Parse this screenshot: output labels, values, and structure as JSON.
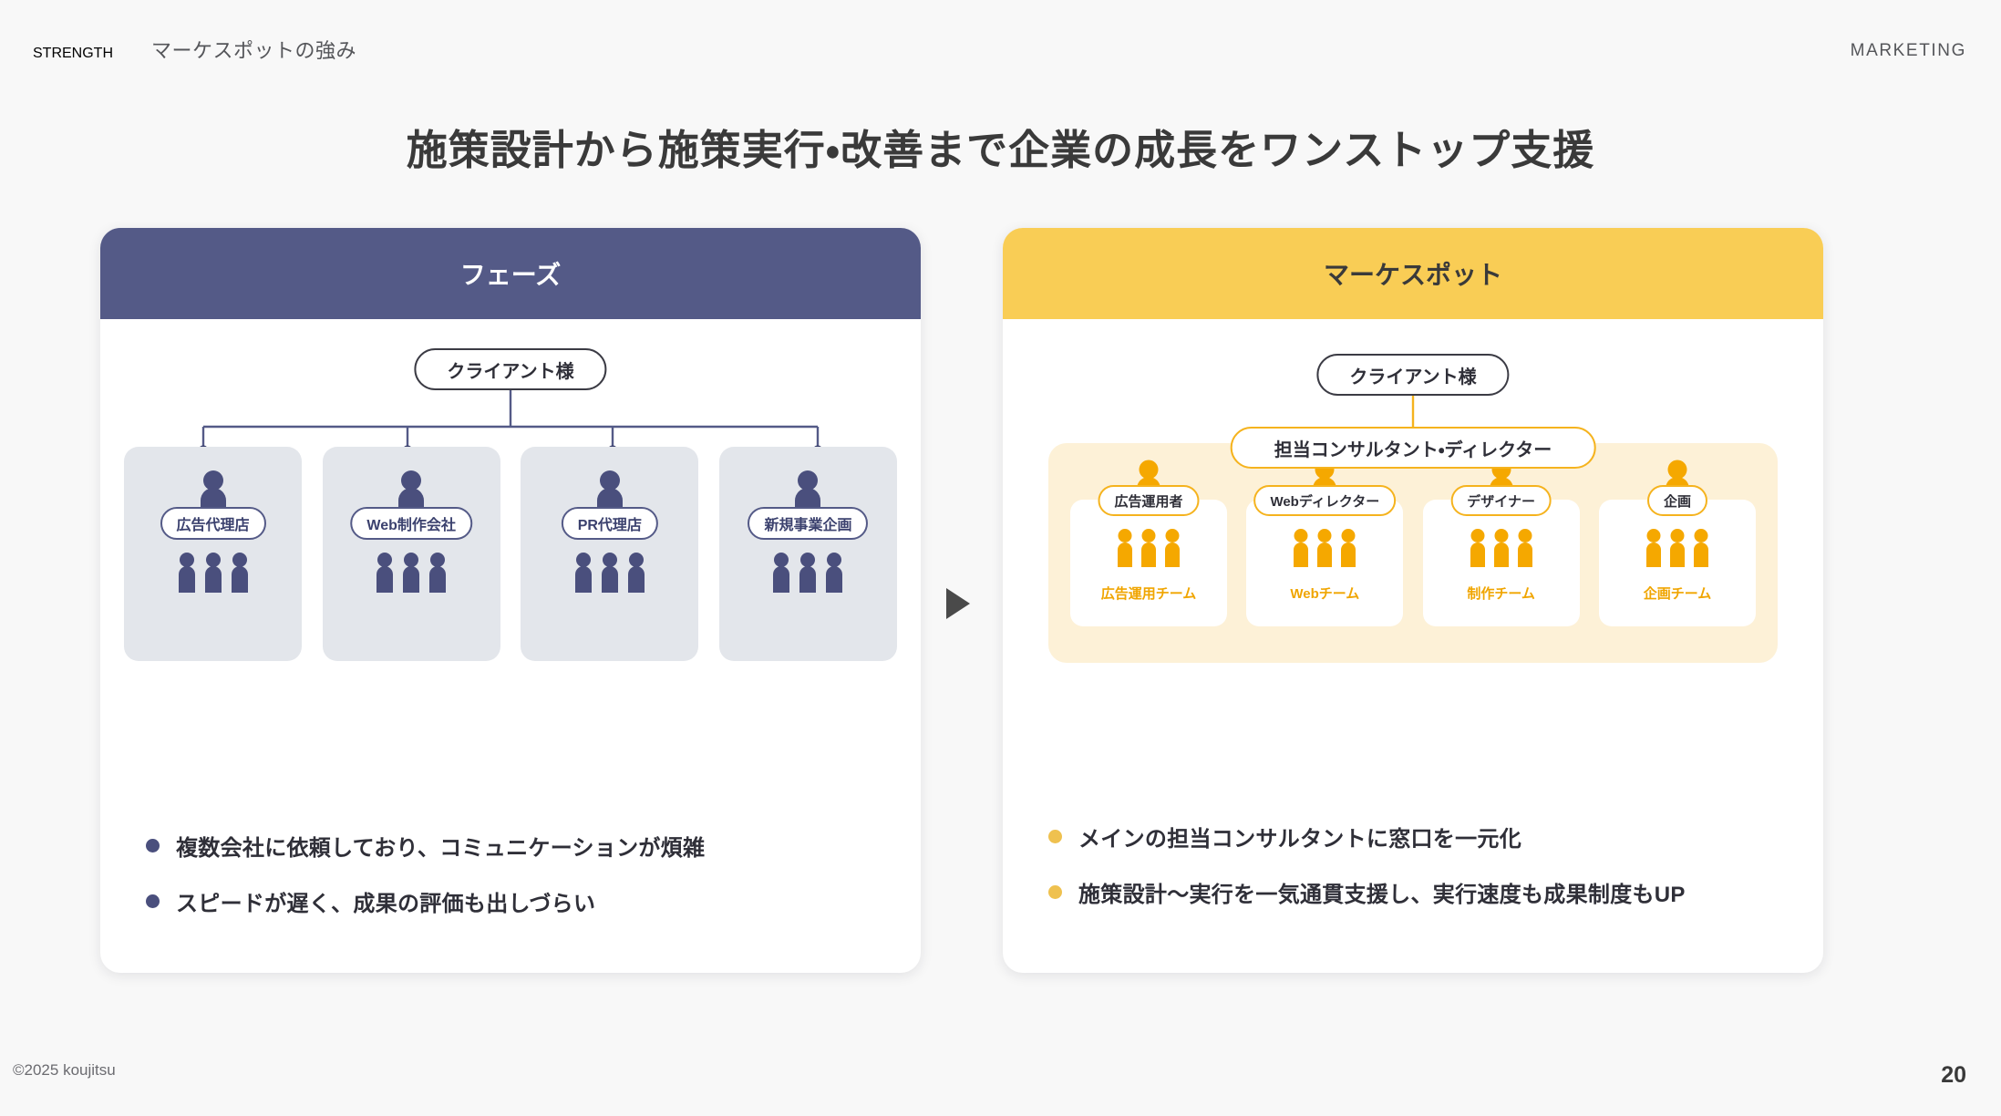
{
  "header": {
    "kicker": "STRENGTH",
    "subtitle": "マーケスポットの強み",
    "right_label": "MARKETING"
  },
  "main_title": "施策設計から施策実行・改善まで企業の成長をワンストップ支援",
  "left_panel": {
    "title": "フェーズ",
    "client_label": "クライアント様",
    "columns": [
      {
        "role": "広告代理店"
      },
      {
        "role": "Web制作会社"
      },
      {
        "role": "PR代理店"
      },
      {
        "role": "新規事業企画"
      }
    ],
    "bullets": [
      "複数会社に依頼しており、コミュニケーションが煩雑",
      "スピードが遅く、成果の評価も出しづらい"
    ]
  },
  "right_panel": {
    "title": "マーケスポット",
    "client_label": "クライアント様",
    "director_label": "担当コンサルタント・ディレクター",
    "columns": [
      {
        "role": "広告運用者",
        "team": "広告運用チーム"
      },
      {
        "role": "Webディレクター",
        "team": "Webチーム"
      },
      {
        "role": "デザイナー",
        "team": "制作チーム"
      },
      {
        "role": "企画",
        "team": "企画チーム"
      }
    ],
    "bullets": [
      "メインの担当コンサルタントに窓口を一元化",
      "施策設計〜実行を一気通貫支援し、実行速度も成果制度もUP"
    ]
  },
  "footer": {
    "copyright": "©2025 koujitsu",
    "page_number": "20"
  },
  "colors": {
    "left_header": "#545a87",
    "right_header": "#f9cd55",
    "left_person": "#4a4f7d",
    "right_person": "#f5a800",
    "cream": "#fdf1d7",
    "page_bg": "#f8f8f8"
  },
  "icons": {
    "arrow": "play-triangle-icon",
    "person": "person-icon"
  }
}
